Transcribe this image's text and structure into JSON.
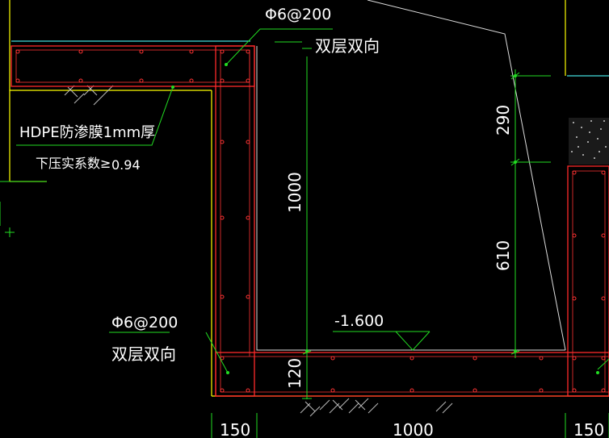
{
  "colors": {
    "background": "#000000",
    "concrete_outline": "#ff2a2a",
    "rebar_line": "#ff3333",
    "rebar_dot": "#ff3333",
    "leader": "#22dd22",
    "dimension": "#22dd22",
    "grade_line": "#ffff00",
    "cyan_line": "#44dddd",
    "text": "#ffffff",
    "hatch": "#bbbbbb"
  },
  "annotations": {
    "rebar_top_spec": "Φ6@200",
    "rebar_top_dir": "双层双向",
    "rebar_bottom_spec": "Φ6@200",
    "rebar_bottom_dir": "双层双向",
    "hdpe_line1": "HDPE防渗膜1mm厚",
    "hdpe_line2": "下压实系数≥",
    "hdpe_value": "0.94",
    "elevation": "-1.600"
  },
  "dimensions": {
    "wall_height": "1000",
    "upper_segment": "290",
    "lower_segment": "610",
    "slab_thickness": "120",
    "bottom_left": "150",
    "bottom_center": "1000",
    "bottom_right": "150"
  }
}
